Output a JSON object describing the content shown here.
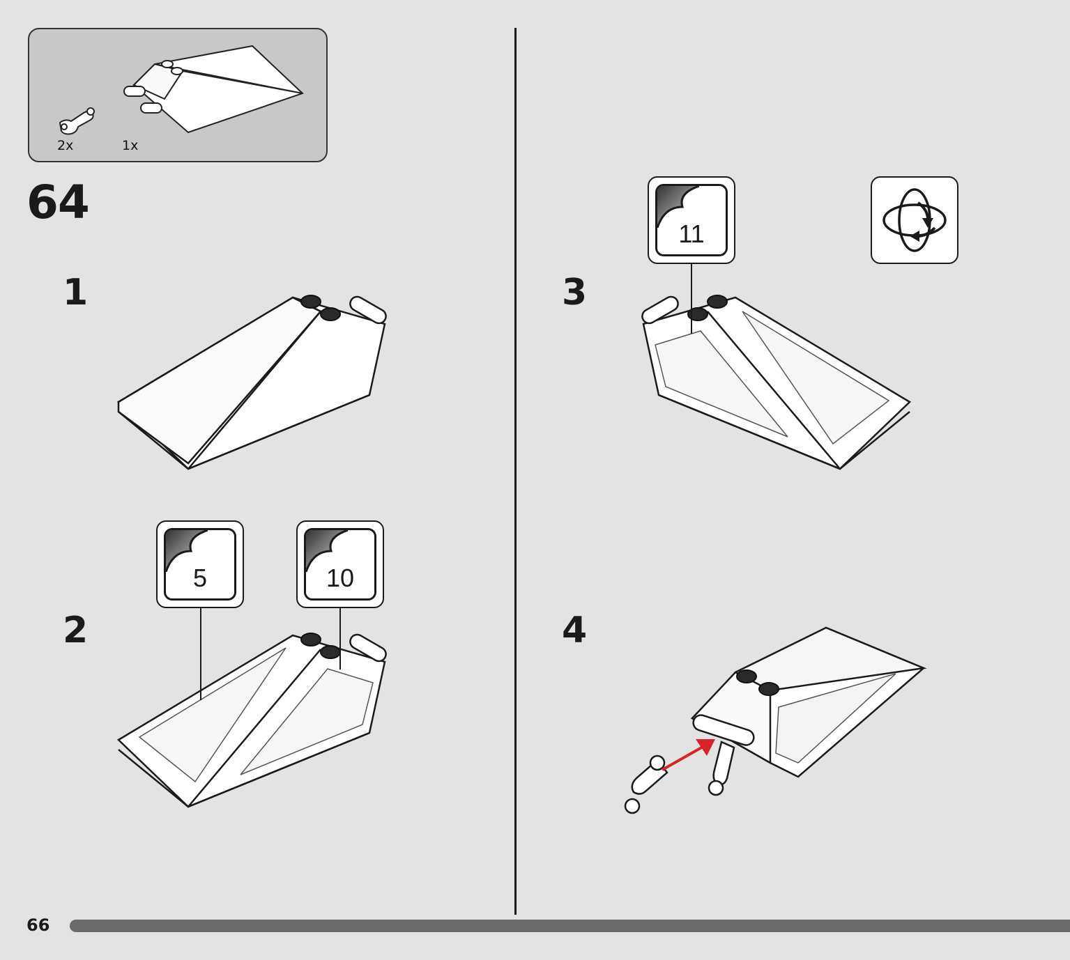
{
  "parts": {
    "items": [
      {
        "icon": "clip-arm-part-icon",
        "quantity": "2x"
      },
      {
        "icon": "wedge-plate-part-icon",
        "quantity": "1x"
      }
    ]
  },
  "step": {
    "number": "64"
  },
  "sub_steps": [
    {
      "label": "1"
    },
    {
      "label": "2",
      "stickers": [
        "5",
        "10"
      ]
    },
    {
      "label": "3",
      "stickers": [
        "11"
      ]
    },
    {
      "label": "4"
    }
  ],
  "rotate_icon": "rotate-model-icon",
  "footer": {
    "page_number": "66"
  },
  "colors": {
    "background": "#e3e3e3",
    "parts_box": "#c8c8c8",
    "arrow": "#d8232a",
    "progress": "#6b6b6b"
  }
}
